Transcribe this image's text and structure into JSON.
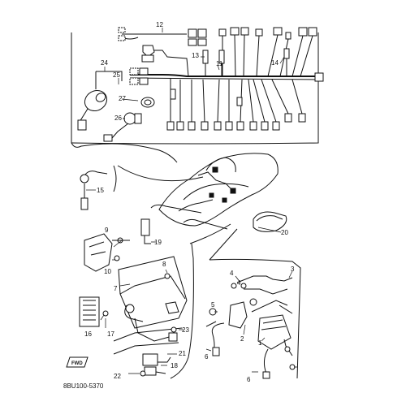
{
  "diagram": {
    "part_numbers": {
      "n1": "1",
      "n2": "2",
      "n3": "3",
      "n4a": "4",
      "n4b": "4",
      "n5": "5",
      "n6a": "6",
      "n6b": "6",
      "n7": "7",
      "n8": "8",
      "n9": "9",
      "n10": "10",
      "n11": "11",
      "n12": "12",
      "n13": "13",
      "n14": "14",
      "n15": "15",
      "n16": "16",
      "n17": "17",
      "n18": "18",
      "n19": "19",
      "n20": "20",
      "n21": "21",
      "n22": "22",
      "n23": "23",
      "n24": "24",
      "n25": "25",
      "n26": "26",
      "n27": "27"
    },
    "footer_code": "8BU100-5370",
    "corner_mark": "FWD"
  }
}
